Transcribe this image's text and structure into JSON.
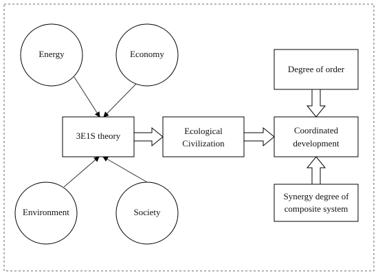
{
  "diagram": {
    "inputs": {
      "energy": "Energy",
      "economy": "Economy",
      "environment": "Environment",
      "society": "Society"
    },
    "theory": "3E1S  theory",
    "ecological": {
      "line1": "Ecological",
      "line2": "Civilization"
    },
    "coordinated": {
      "line1": "Coordinated",
      "line2": "development"
    },
    "order": "Degree of order",
    "synergy": {
      "line1": "Synergy degree of",
      "line2": "composite system"
    }
  }
}
